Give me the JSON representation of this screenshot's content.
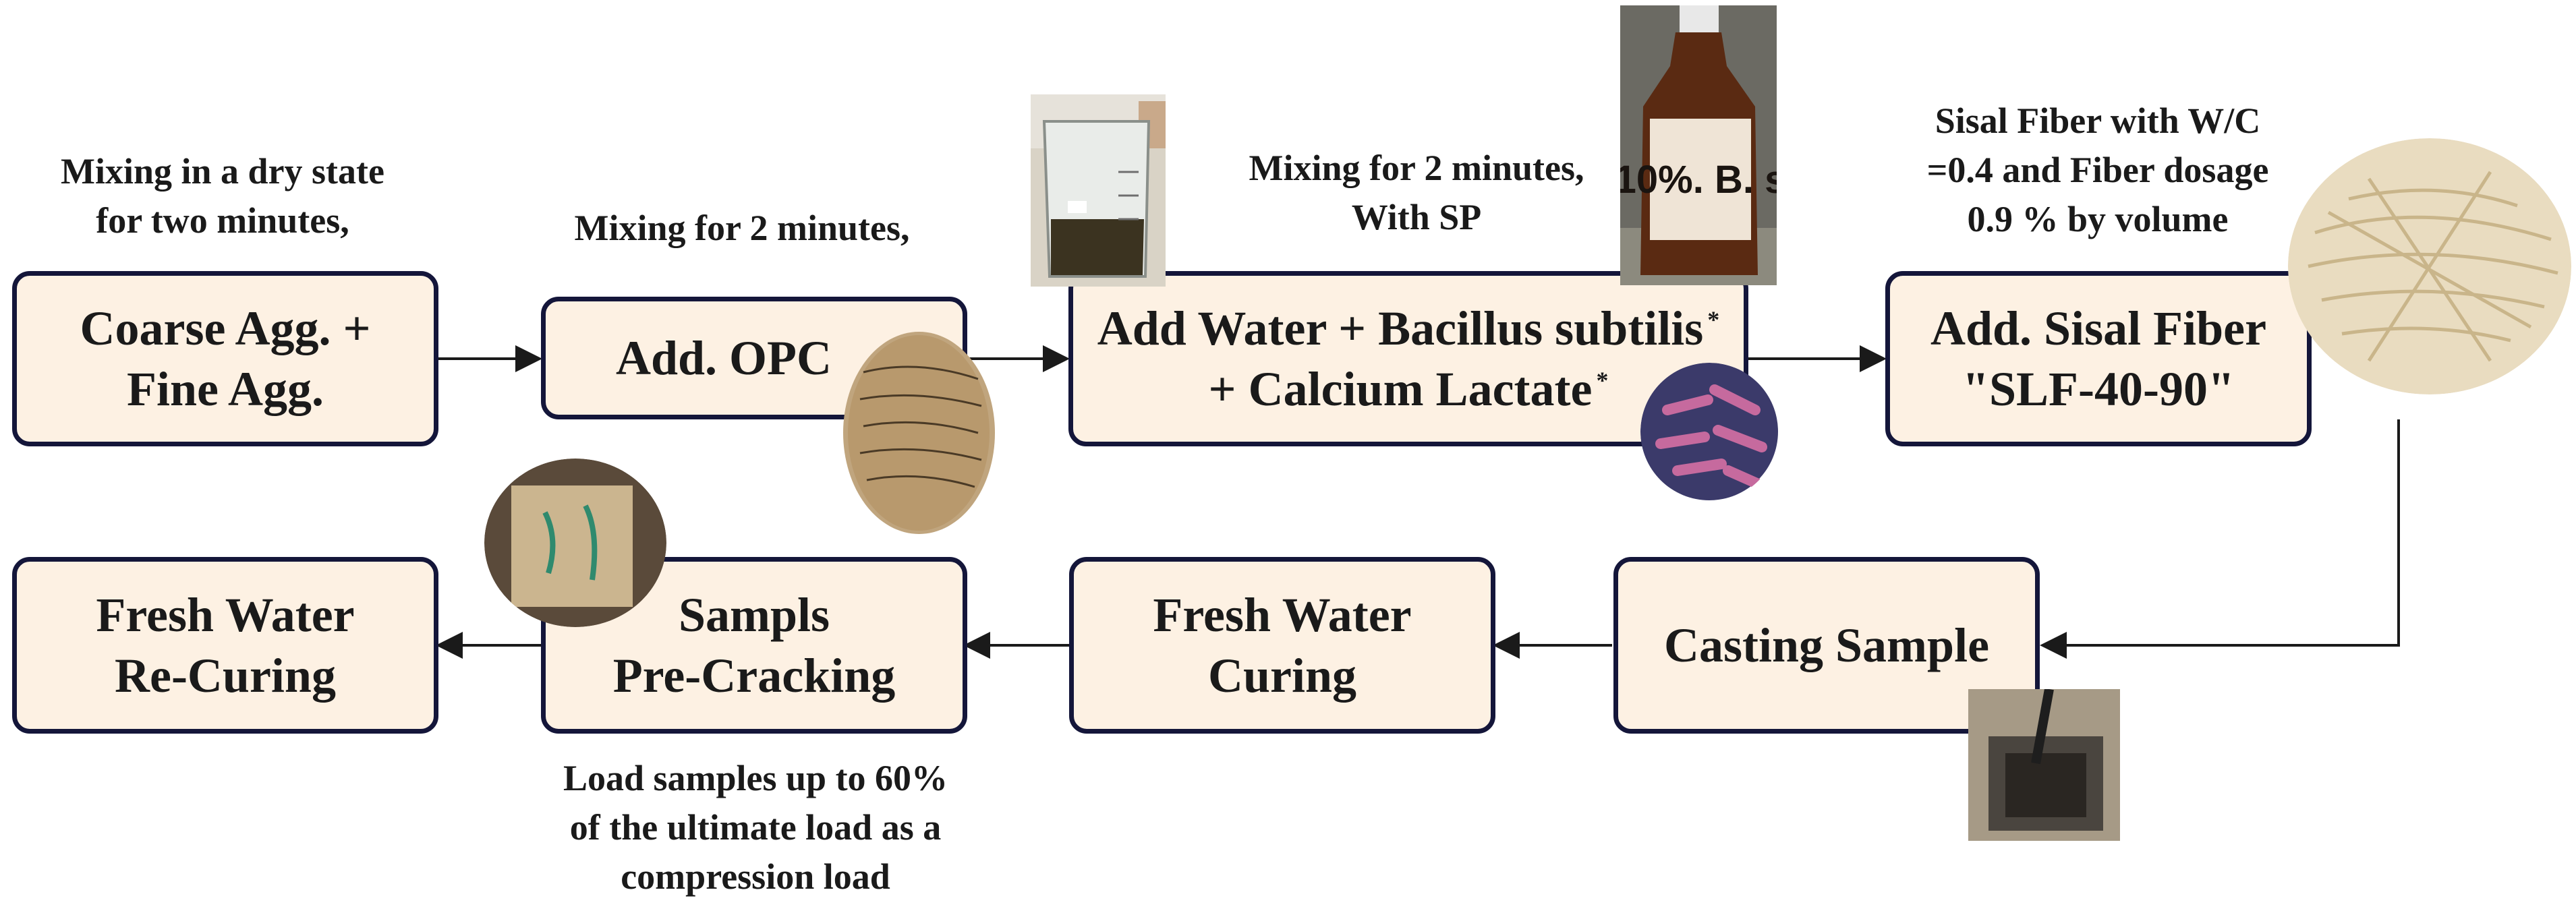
{
  "steps": {
    "coarse": {
      "line1": "Coarse Agg. +",
      "line2": "Fine Agg."
    },
    "opc": {
      "line1": "Add. OPC"
    },
    "water": {
      "line1": "Add Water + Bacillus subtilis",
      "mark1": "*",
      "line2": "+ Calcium Lactate",
      "mark2": "*"
    },
    "sisal": {
      "line1": "Add. Sisal Fiber",
      "line2": "\"SLF-40-90\""
    },
    "casting": {
      "line1": "Casting Sample"
    },
    "curing": {
      "line1": "Fresh Water",
      "line2": "Curing"
    },
    "precrack": {
      "line1": "Sampls",
      "line2": "Pre-Cracking"
    },
    "recuring": {
      "line1": "Fresh Water",
      "line2": "Re-Curing"
    }
  },
  "notes": {
    "dry_mix": {
      "line1": "Mixing in a dry state",
      "line2": "for two minutes,"
    },
    "opc_mix": {
      "line1": "Mixing for 2 minutes,"
    },
    "sp_mix": {
      "line1": "Mixing for 2 minutes,",
      "line2": "With SP"
    },
    "fiber": {
      "line1": "Sisal Fiber with W/C",
      "line2": "=0.4 and Fiber dosage",
      "line3": "0.9 % by volume"
    },
    "load": {
      "line1": "Load samples up to 60%",
      "line2": "of the ultimate load as a",
      "line3": "compression load"
    }
  },
  "photos": {
    "bottle_label": "10%. B. s"
  },
  "colors": {
    "box_fill": "#fdf1e3",
    "box_border": "#14163a",
    "text": "#1a1a1a",
    "arrow": "#1a1a1a"
  }
}
